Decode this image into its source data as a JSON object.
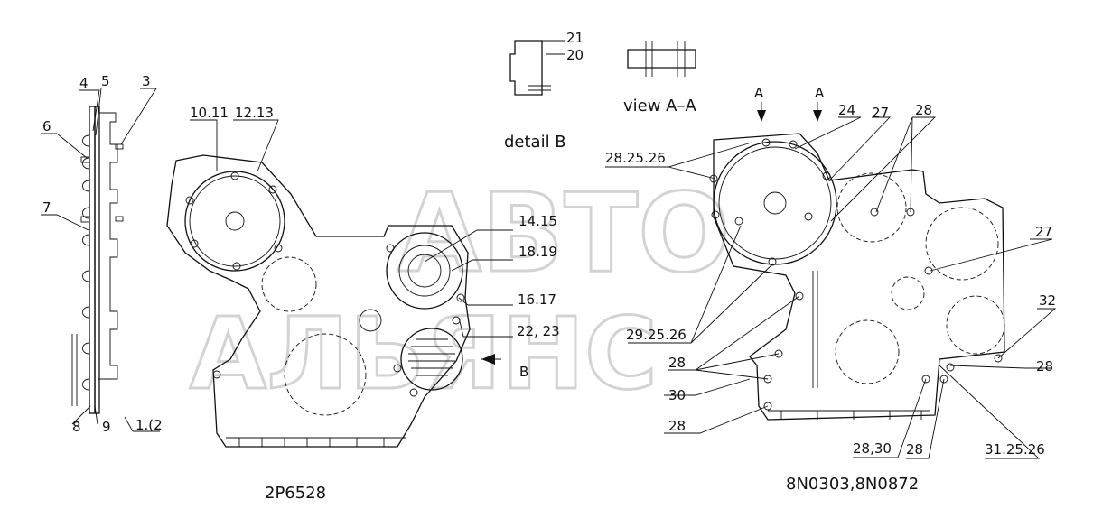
{
  "watermark": {
    "line1": "АВТО",
    "line2": "АЛЬЯНС"
  },
  "captions": {
    "left_assembly": "2P6528",
    "right_assembly": "8N0303,8N0872",
    "detail": "detail B",
    "view": "view A–A"
  },
  "section_marks": {
    "a_left": "A",
    "a_right": "A",
    "b": "B"
  },
  "callouts": {
    "c4": "4",
    "c5": "5",
    "c3": "3",
    "c6": "6",
    "c7": "7",
    "c8": "8",
    "c9": "9",
    "c1_2": "1.(2",
    "c10_11": "10.11",
    "c12_13": "12.13",
    "c14_15": "14.15",
    "c18_19": "18.19",
    "c16_17": "16.17",
    "c22_23": "22, 23",
    "c21": "21",
    "c20": "20",
    "c24": "24",
    "c27a": "27",
    "c28a": "28",
    "c28_25_26": "28.25.26",
    "c27b": "27",
    "c32": "32",
    "c29_25_26": "29.25.26",
    "c28b": "28",
    "c28c": "28",
    "c30": "30",
    "c28d": "28",
    "c28_30": "28,30",
    "c28e": "28",
    "c31_25_26": "31.25.26"
  }
}
